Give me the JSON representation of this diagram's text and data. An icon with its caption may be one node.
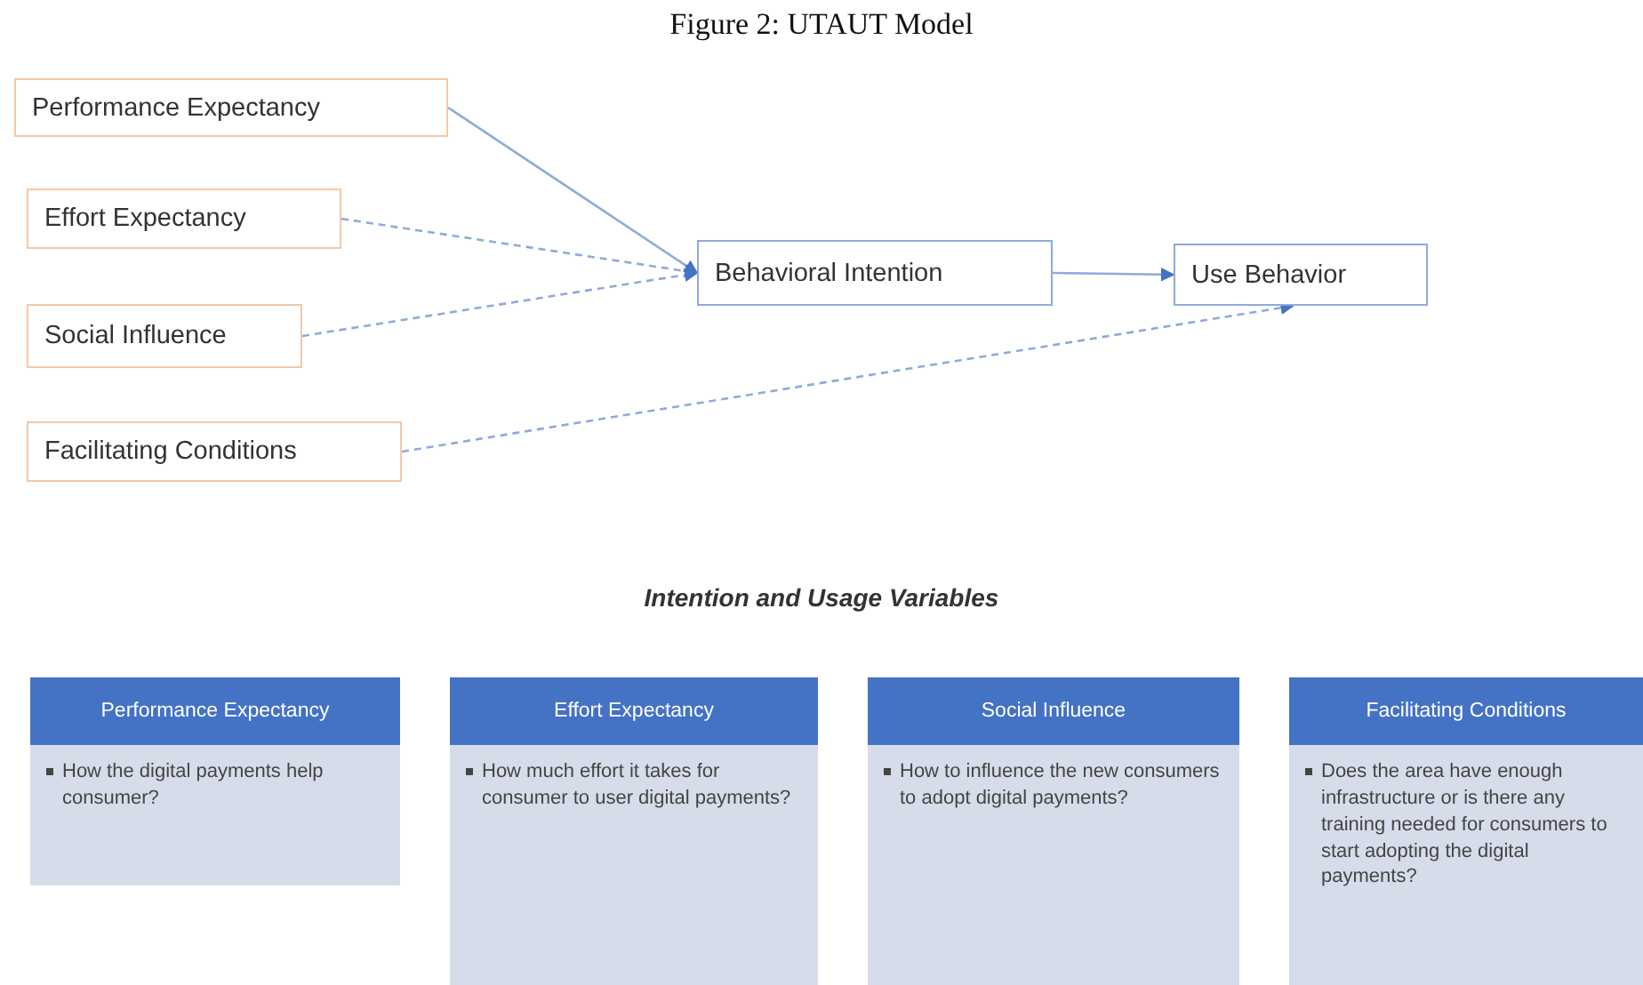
{
  "diagram": {
    "title": "Figure 2: UTAUT Model",
    "nodes": [
      {
        "text": [
          "Performance Expectancy"
        ]
      },
      {
        "text": [
          "Effort Expectancy"
        ]
      },
      {
        "text": [
          "Social Influence"
        ]
      },
      {
        "text": [
          "Facilitating Conditions"
        ]
      },
      {
        "text": [
          "Behavioral Intention"
        ]
      },
      {
        "text": [
          "Use Behavior"
        ]
      },
      {
        "text": [
          "Performance Expectancy",
          "How the digital payments help consumer?"
        ]
      },
      {
        "text": [
          "Effort Expectancy",
          "How much effort it takes for consumer to user digital payments?"
        ]
      },
      {
        "text": [
          "Social Influence",
          "How to influence the new consumers to adopt digital payments?"
        ]
      },
      {
        "text": [
          "Facilitating Conditions",
          "Does the area have enough infrastructure or is there any training needed for consumers to start adopting the digital payments?"
        ]
      }
    ],
    "edges": [
      {
        "from": 0,
        "to": 4,
        "arrow": "to"
      },
      {
        "from": 1,
        "to": 4,
        "arrow": "to",
        "style": "dashed"
      },
      {
        "from": 2,
        "to": 4,
        "arrow": "to",
        "style": "dashed"
      },
      {
        "from": 4,
        "to": 5,
        "arrow": "to"
      },
      {
        "from": 3,
        "to": 5,
        "arrow": "to",
        "style": "dashed"
      }
    ],
    "labels": [
      "Intention and Usage Variables"
    ]
  }
}
